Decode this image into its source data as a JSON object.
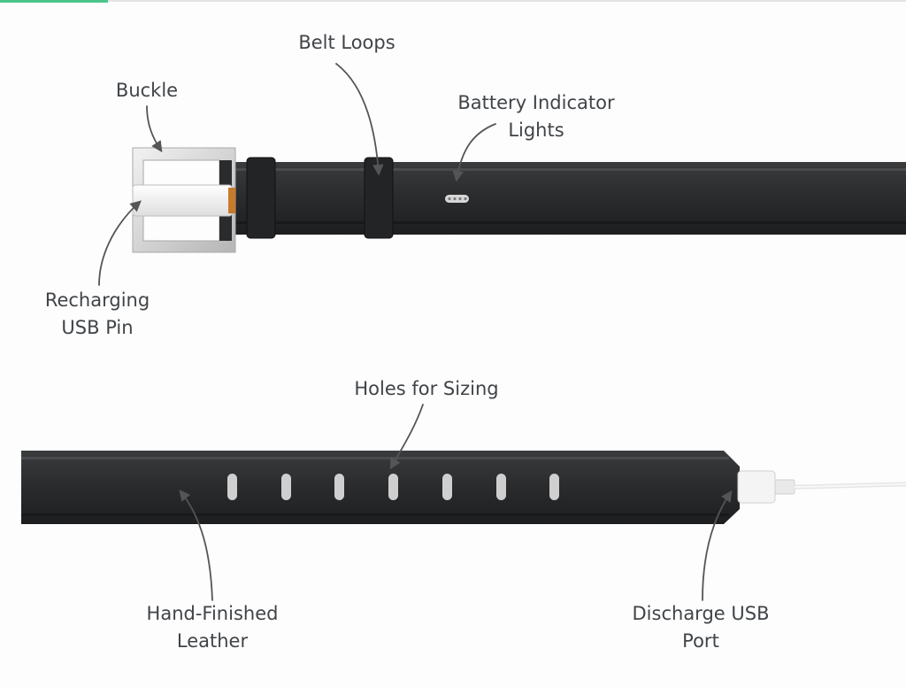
{
  "accent_color": "#4cc58a",
  "belt_color": "#2b2c2e",
  "labels": {
    "belt_loops": "Belt Loops",
    "buckle": "Buckle",
    "battery_line1": "Battery Indicator",
    "battery_line2": "Lights",
    "recharging_line1": "Recharging",
    "recharging_line2": "USB Pin",
    "holes": "Holes for Sizing",
    "leather_line1": "Hand-Finished",
    "leather_line2": "Leather",
    "discharge_line1": "Discharge USB",
    "discharge_line2": "Port"
  }
}
